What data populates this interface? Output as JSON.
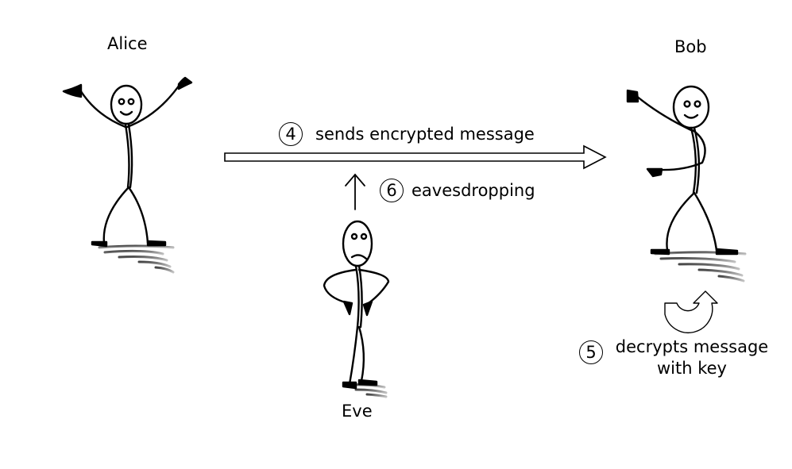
{
  "actors": {
    "alice": "Alice",
    "bob": "Bob",
    "eve": "Eve"
  },
  "steps": [
    {
      "num": "4",
      "text": "sends encrypted message"
    },
    {
      "num": "6",
      "text": "eavesdropping"
    },
    {
      "num": "5",
      "text": "decrypts message",
      "text2": "with key"
    }
  ],
  "icons": {
    "message_arrow": "right-block-arrow-icon",
    "eavesdrop_arrow": "up-arrow-icon",
    "decrypt_arrow": "curved-arrow-icon"
  }
}
